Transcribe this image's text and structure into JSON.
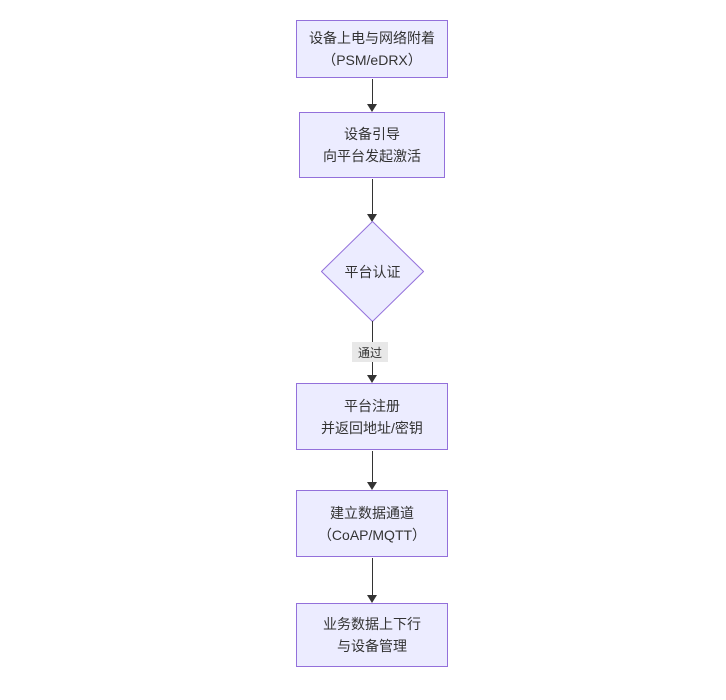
{
  "diagram": {
    "type": "flowchart",
    "direction": "top-down",
    "colors": {
      "background": "#ffffff",
      "node_fill": "#ECECFF",
      "node_border": "#9370DB",
      "arrow": "#333333",
      "text": "#333333",
      "edge_label_bg": "#e8e8e8"
    },
    "nodes": [
      {
        "shape": "rect",
        "lines": [
          "设备上电与网络附着",
          "（PSM/eDRX）"
        ]
      },
      {
        "shape": "rect",
        "lines": [
          "设备引导",
          "向平台发起激活"
        ]
      },
      {
        "shape": "diamond",
        "lines": [
          "平台认证"
        ]
      },
      {
        "shape": "rect",
        "lines": [
          "平台注册",
          "并返回地址/密钥"
        ]
      },
      {
        "shape": "rect",
        "lines": [
          "建立数据通道",
          "（CoAP/MQTT）"
        ]
      },
      {
        "shape": "rect",
        "lines": [
          "业务数据上下行",
          "与设备管理"
        ]
      }
    ],
    "edges": [
      {
        "from": 0,
        "to": 1,
        "label": ""
      },
      {
        "from": 1,
        "to": 2,
        "label": ""
      },
      {
        "from": 2,
        "to": 3,
        "label": "通过"
      },
      {
        "from": 3,
        "to": 4,
        "label": ""
      },
      {
        "from": 4,
        "to": 5,
        "label": ""
      }
    ]
  }
}
